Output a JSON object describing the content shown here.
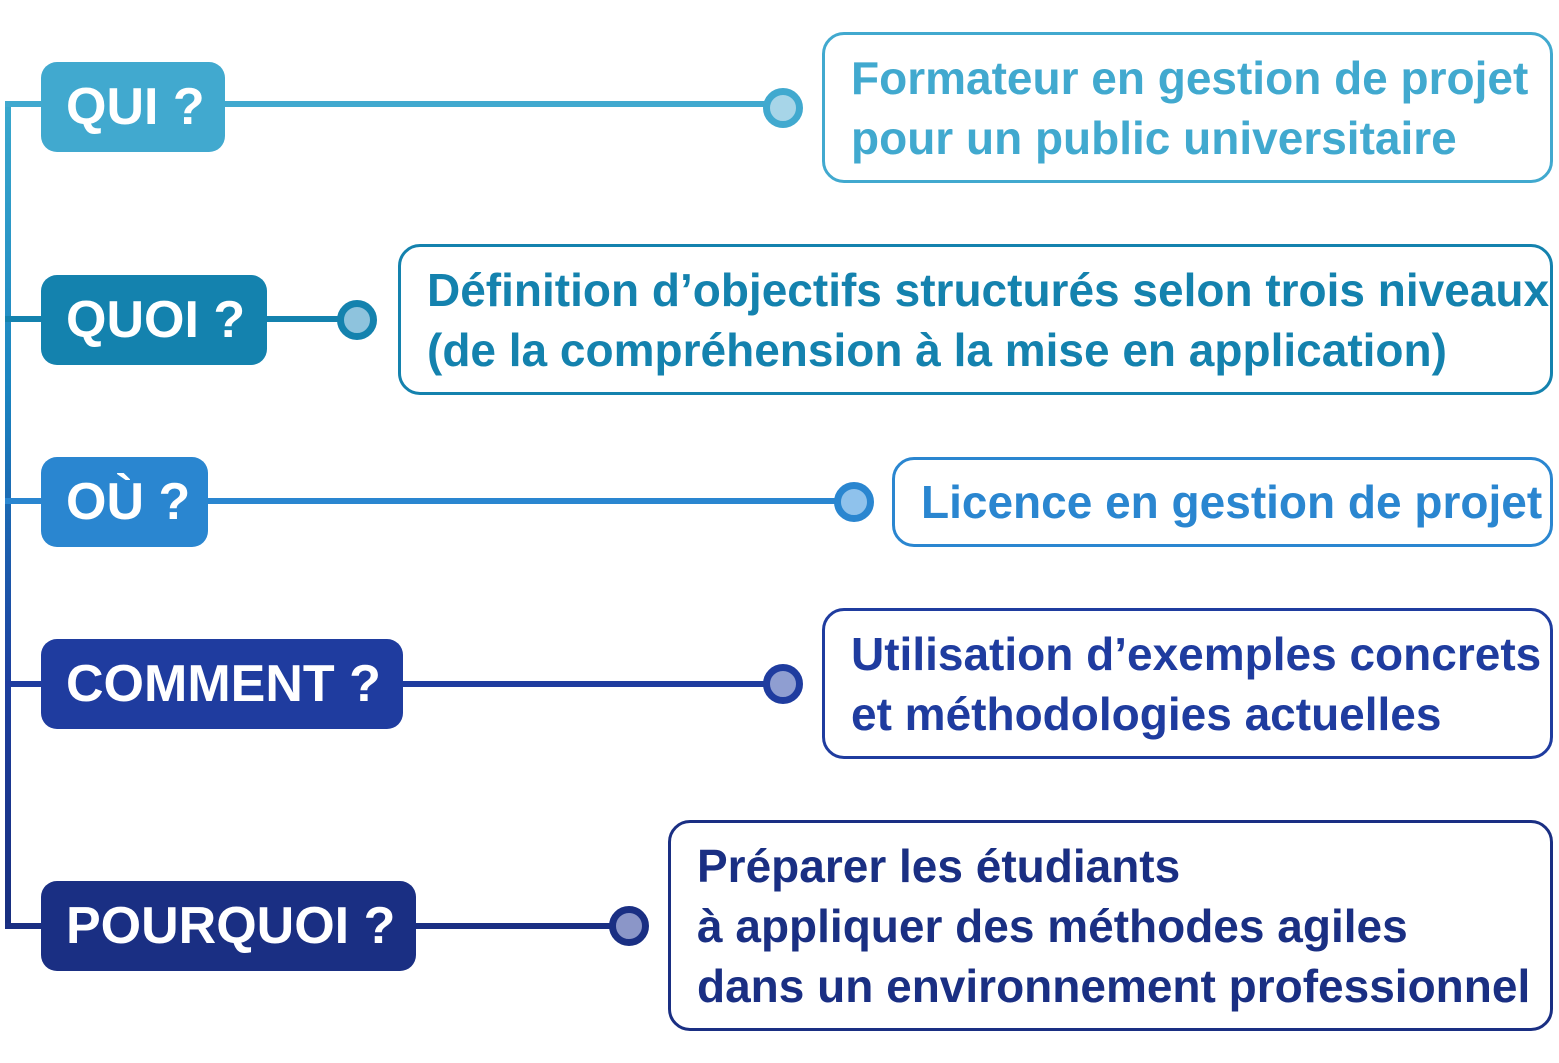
{
  "rows": [
    {
      "question": "QUI ?",
      "answer_lines": [
        "Formateur en gestion de projet",
        "pour un public universitaire"
      ],
      "color": "#41a9cf",
      "node_fill": "#a7d5e8"
    },
    {
      "question": "QUOI ?",
      "answer_lines": [
        "Définition d’objectifs structurés selon trois niveaux",
        "(de la compréhension à la mise en application)"
      ],
      "color": "#1482ae",
      "node_fill": "#8ec3dd"
    },
    {
      "question": "OÙ ?",
      "answer_lines": [
        "Licence en gestion de projet"
      ],
      "color": "#2a86d0",
      "node_fill": "#8fc2ec"
    },
    {
      "question": "COMMENT ?",
      "answer_lines": [
        "Utilisation d’exemples concrets",
        "et méthodologies actuelles"
      ],
      "color": "#1f3c9f",
      "node_fill": "#8f9ed1"
    },
    {
      "question": "POURQUOI ?",
      "answer_lines": [
        "Préparer les étudiants",
        "à appliquer des méthodes agiles",
        "dans un environnement professionnel"
      ],
      "color": "#1a2f83",
      "node_fill": "#8b96c8"
    }
  ]
}
